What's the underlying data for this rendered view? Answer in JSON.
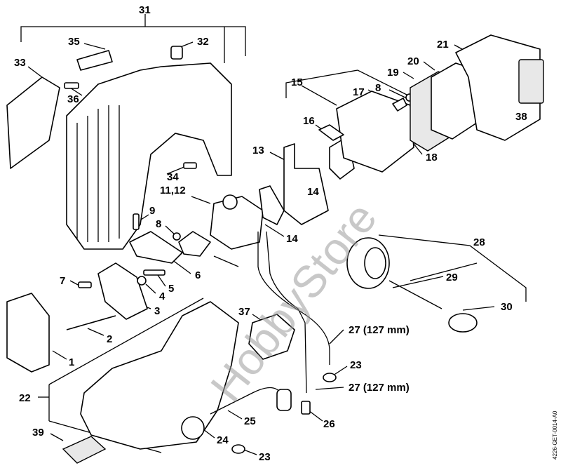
{
  "watermark": "HobbyStore",
  "drawing_code": "4226-GET-0014-A0",
  "callouts": {
    "c31": "31",
    "c32": "32",
    "c35": "35",
    "c33": "33",
    "c36": "36",
    "c34": "34",
    "c9": "9",
    "c8a": "8",
    "c11_12": "11,12",
    "c13": "13",
    "c14a": "14",
    "c14b": "14",
    "c15": "15",
    "c16": "16",
    "c17": "17",
    "c8b": "8",
    "c18": "18",
    "c19": "19",
    "c20": "20",
    "c21": "21",
    "c38": "38",
    "c7": "7",
    "c6": "6",
    "c5": "5",
    "c4": "4",
    "c3": "3",
    "c2": "2",
    "c1": "1",
    "c22": "22",
    "c37": "37",
    "c27a": "27 (127 mm)",
    "c23a": "23",
    "c27b": "27 (127 mm)",
    "c26": "26",
    "c25": "25",
    "c24": "24",
    "c23b": "23",
    "c39": "39",
    "c28": "28",
    "c29": "29",
    "c30": "30"
  }
}
